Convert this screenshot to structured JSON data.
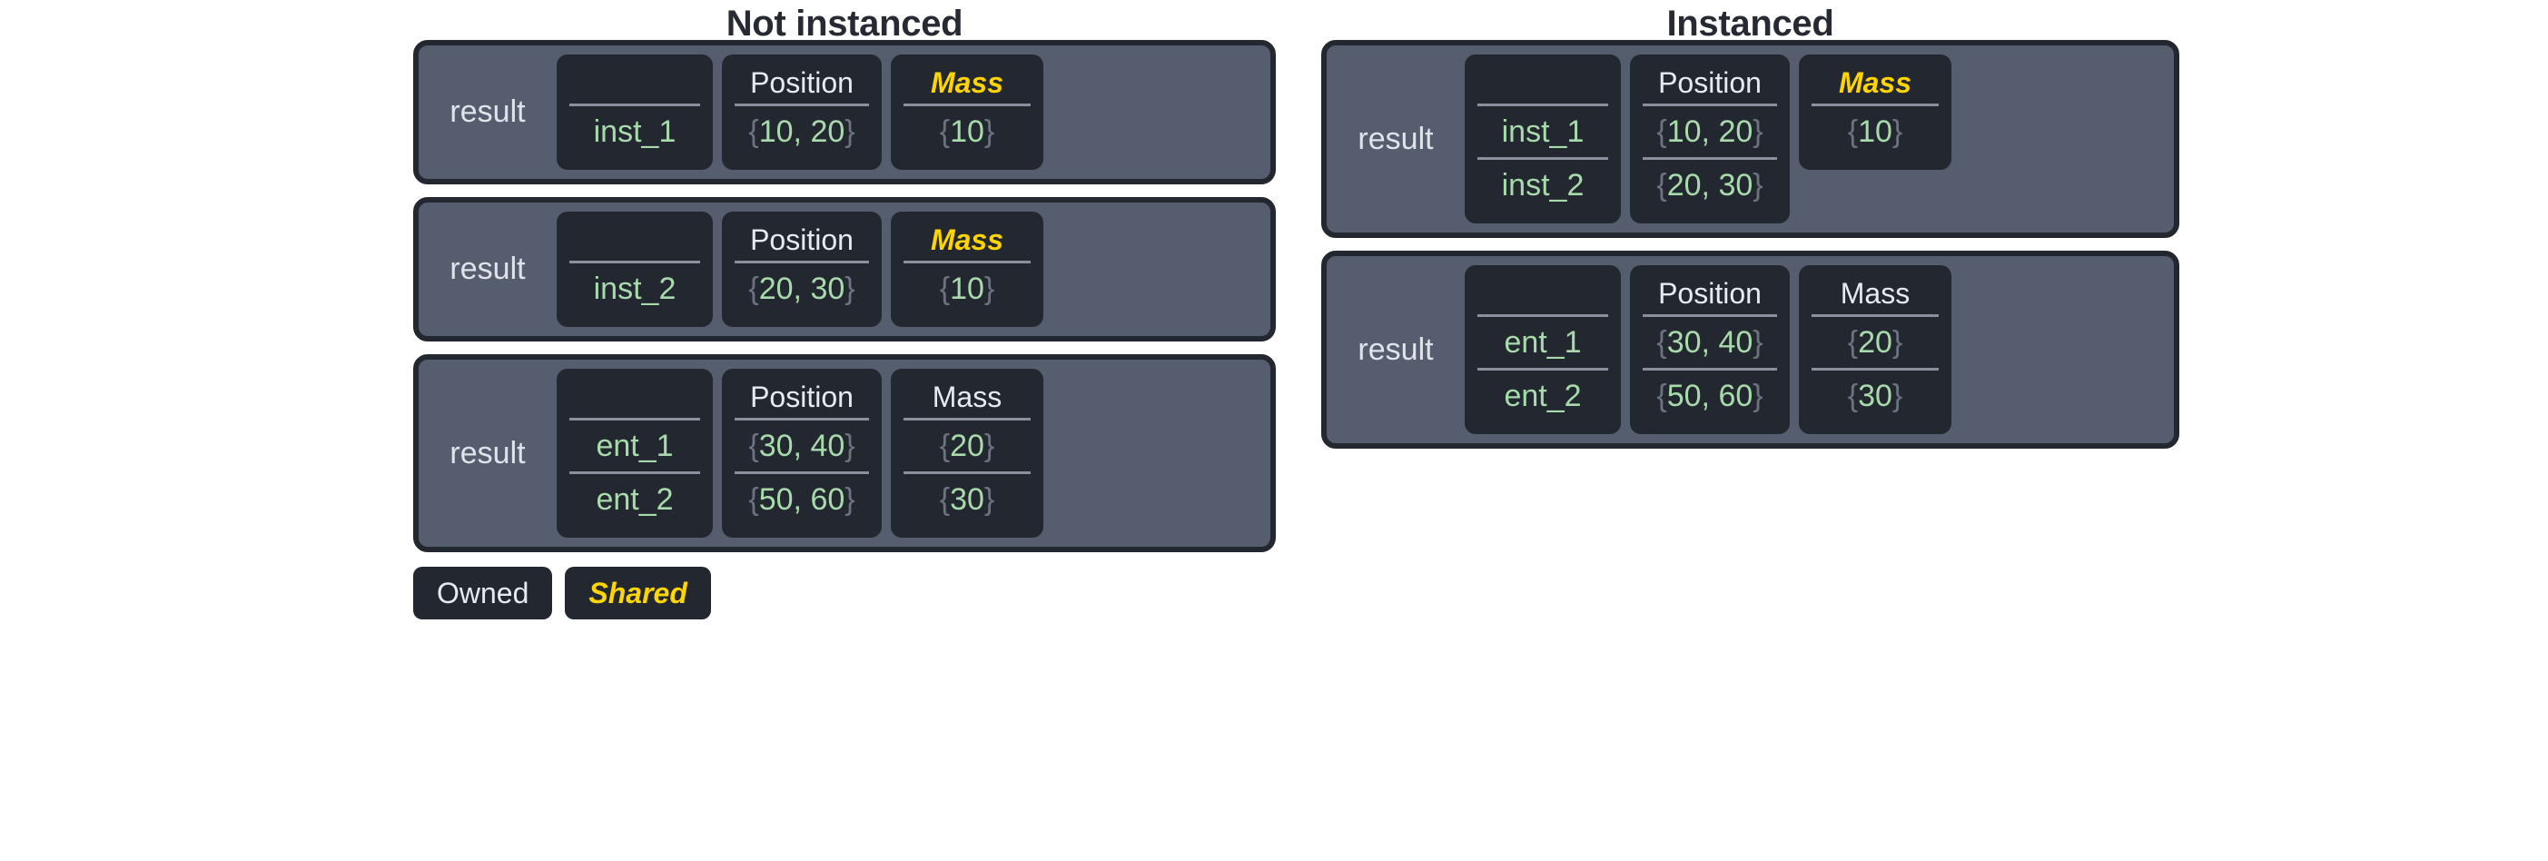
{
  "colors": {
    "background": "#ffffff",
    "title_text": "#252a33",
    "card_border": "#23272f",
    "card_fill": "#565d6e",
    "cell_fill": "#23272f",
    "owned_text": "#e6eaf1",
    "shared_text": "#ffd500",
    "value_text": "#a8dbab",
    "brace_text": "#6b7280",
    "separator": "#8b919c"
  },
  "columns": {
    "left": {
      "title": "Not instanced",
      "cards": [
        {
          "label": "result",
          "columns": [
            {
              "key": "name",
              "header": "",
              "header_style": "blank",
              "rows": [
                {
                  "open": "",
                  "value": "inst_1",
                  "close": ""
                }
              ]
            },
            {
              "key": "position",
              "header": "Position",
              "header_style": "owned",
              "rows": [
                {
                  "open": "{",
                  "value": "10, 20",
                  "close": "}"
                }
              ]
            },
            {
              "key": "mass",
              "header": "Mass",
              "header_style": "shared",
              "rows": [
                {
                  "open": "{",
                  "value": "10",
                  "close": "}"
                }
              ]
            }
          ]
        },
        {
          "label": "result",
          "columns": [
            {
              "key": "name",
              "header": "",
              "header_style": "blank",
              "rows": [
                {
                  "open": "",
                  "value": "inst_2",
                  "close": ""
                }
              ]
            },
            {
              "key": "position",
              "header": "Position",
              "header_style": "owned",
              "rows": [
                {
                  "open": "{",
                  "value": "20, 30",
                  "close": "}"
                }
              ]
            },
            {
              "key": "mass",
              "header": "Mass",
              "header_style": "shared",
              "rows": [
                {
                  "open": "{",
                  "value": "10",
                  "close": "}"
                }
              ]
            }
          ]
        },
        {
          "label": "result",
          "columns": [
            {
              "key": "name",
              "header": "",
              "header_style": "blank",
              "rows": [
                {
                  "open": "",
                  "value": "ent_1",
                  "close": ""
                },
                {
                  "open": "",
                  "value": "ent_2",
                  "close": ""
                }
              ]
            },
            {
              "key": "position",
              "header": "Position",
              "header_style": "owned",
              "rows": [
                {
                  "open": "{",
                  "value": "30, 40",
                  "close": "}"
                },
                {
                  "open": "{",
                  "value": "50, 60",
                  "close": "}"
                }
              ]
            },
            {
              "key": "mass",
              "header": "Mass",
              "header_style": "owned",
              "rows": [
                {
                  "open": "{",
                  "value": "20",
                  "close": "}"
                },
                {
                  "open": "{",
                  "value": "30",
                  "close": "}"
                }
              ]
            }
          ]
        }
      ]
    },
    "right": {
      "title": "Instanced",
      "cards": [
        {
          "label": "result",
          "columns": [
            {
              "key": "name",
              "header": "",
              "header_style": "blank",
              "rows": [
                {
                  "open": "",
                  "value": "inst_1",
                  "close": ""
                },
                {
                  "open": "",
                  "value": "inst_2",
                  "close": ""
                }
              ]
            },
            {
              "key": "position",
              "header": "Position",
              "header_style": "owned",
              "rows": [
                {
                  "open": "{",
                  "value": "10, 20",
                  "close": "}"
                },
                {
                  "open": "{",
                  "value": "20, 30",
                  "close": "}"
                }
              ]
            },
            {
              "key": "mass",
              "header": "Mass",
              "header_style": "shared",
              "rows": [
                {
                  "open": "{",
                  "value": "10",
                  "close": "}"
                }
              ]
            }
          ]
        },
        {
          "label": "result",
          "columns": [
            {
              "key": "name",
              "header": "",
              "header_style": "blank",
              "rows": [
                {
                  "open": "",
                  "value": "ent_1",
                  "close": ""
                },
                {
                  "open": "",
                  "value": "ent_2",
                  "close": ""
                }
              ]
            },
            {
              "key": "position",
              "header": "Position",
              "header_style": "owned",
              "rows": [
                {
                  "open": "{",
                  "value": "30, 40",
                  "close": "}"
                },
                {
                  "open": "{",
                  "value": "50, 60",
                  "close": "}"
                }
              ]
            },
            {
              "key": "mass",
              "header": "Mass",
              "header_style": "owned",
              "rows": [
                {
                  "open": "{",
                  "value": "20",
                  "close": "}"
                },
                {
                  "open": "{",
                  "value": "30",
                  "close": "}"
                }
              ]
            }
          ]
        }
      ]
    }
  },
  "legend": {
    "items": [
      {
        "label": "Owned",
        "style": "owned"
      },
      {
        "label": "Shared",
        "style": "shared"
      }
    ]
  }
}
